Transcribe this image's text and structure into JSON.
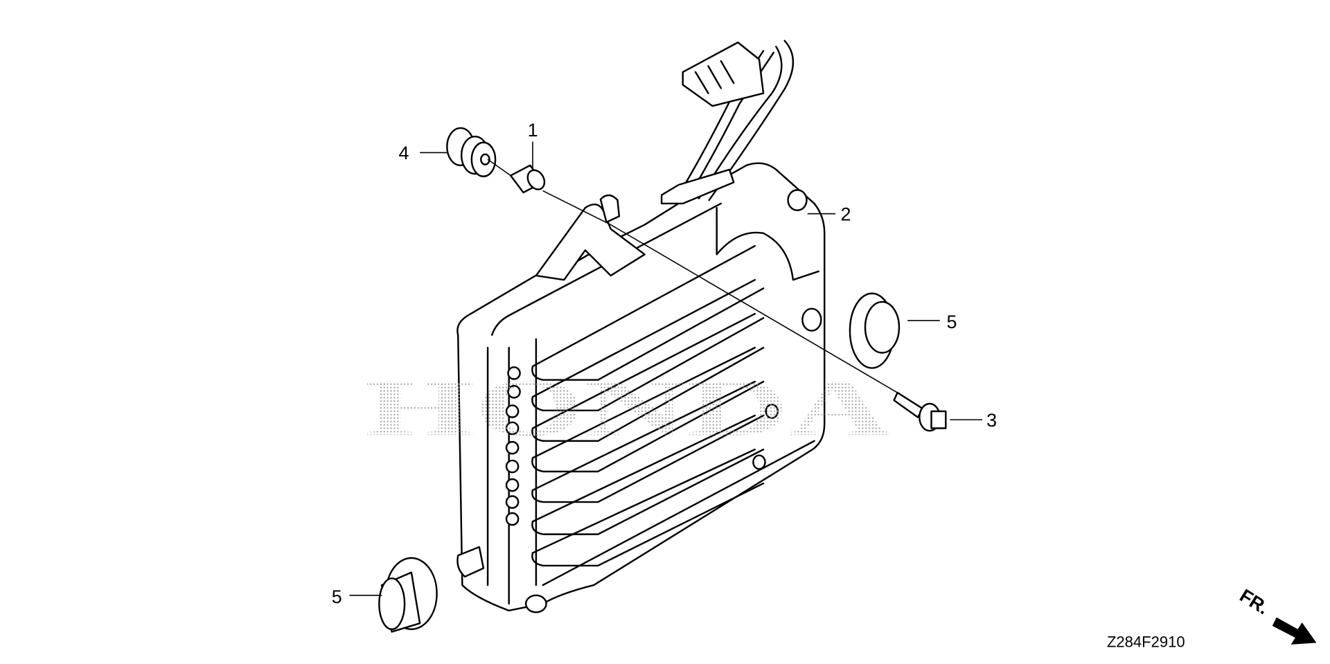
{
  "diagram": {
    "part_code": "Z284F2910",
    "direction_label": "FR.",
    "watermark": "HONDA",
    "callouts": [
      {
        "id": "c1",
        "label": "1"
      },
      {
        "id": "c2",
        "label": "2"
      },
      {
        "id": "c3",
        "label": "3"
      },
      {
        "id": "c4",
        "label": "4"
      },
      {
        "id": "c5a",
        "label": "5"
      },
      {
        "id": "c5b",
        "label": "5"
      }
    ]
  }
}
